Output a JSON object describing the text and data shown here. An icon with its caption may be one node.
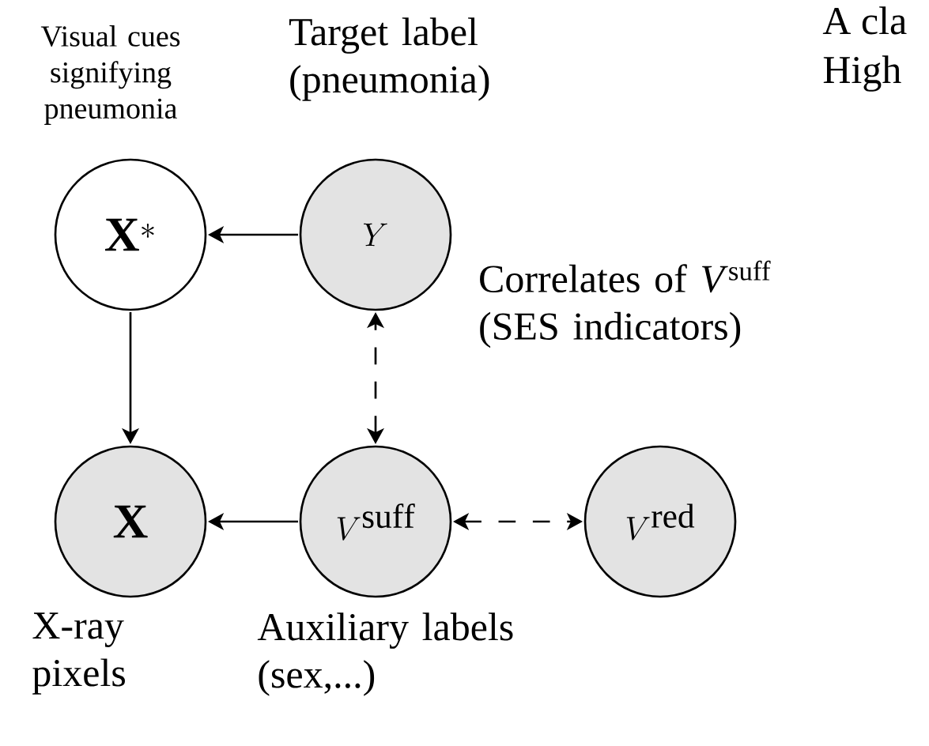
{
  "diagram": {
    "nodes": [
      {
        "text": [
          "\\mathbf{X}^*"
        ],
        "beside": [
          "Visual cues signifying pneumonia"
        ]
      },
      {
        "text": [
          "Y"
        ],
        "beside": [
          "Target label (pneumonia)"
        ]
      },
      {
        "text": [
          "\\mathbf{X}"
        ],
        "beside": [
          "X-ray pixels"
        ]
      },
      {
        "text": [
          "V^{\\mathrm{suff}}"
        ],
        "beside": [
          "Auxiliary labels (sex,...)"
        ]
      },
      {
        "text": [
          "V^{\\mathrm{red}}"
        ]
      }
    ],
    "edges": [
      {
        "from": 1,
        "to": 0,
        "arrow": "to"
      },
      {
        "from": 0,
        "to": 2,
        "arrow": "to"
      },
      {
        "from": 3,
        "to": 1,
        "arrow": "both",
        "style": "dashed"
      },
      {
        "from": 3,
        "to": 2,
        "arrow": "to"
      },
      {
        "from": 3,
        "to": 4,
        "arrow": "both",
        "style": "dashed"
      }
    ],
    "labels": [
      "A cla",
      "High",
      "Correlates of *V*$^{suff}$ (SES indicators)"
    ]
  }
}
